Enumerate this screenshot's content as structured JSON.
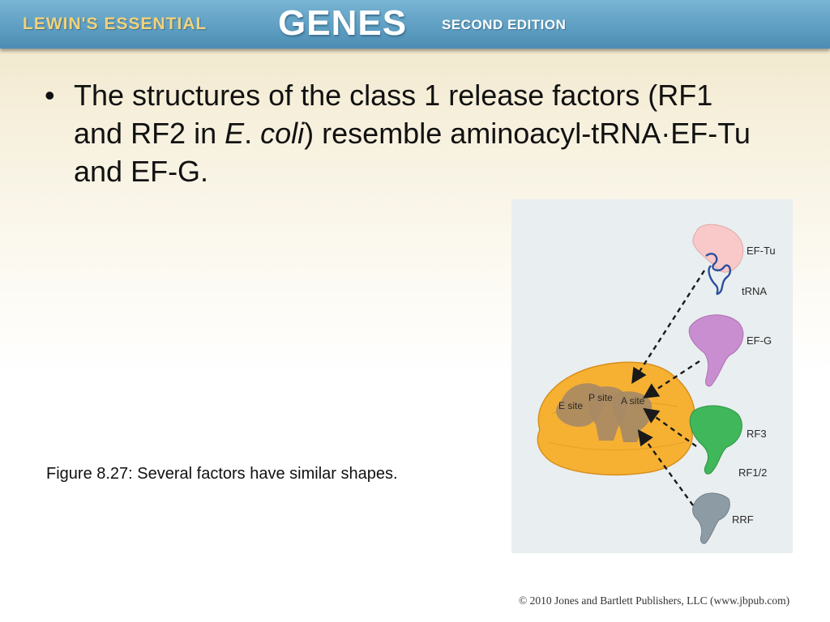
{
  "header": {
    "brand_left": "LEWIN'S ESSENTIAL",
    "brand_genes": "GENES",
    "brand_edition": "SECOND EDITION"
  },
  "bullet": {
    "marker": "•",
    "text_before": "The structures of the class 1 release factors (RF1 and RF2 in ",
    "italic_1": "E",
    "mid": ". ",
    "italic_2": "coli",
    "text_after": ") resemble aminoacyl-tRNA·EF-Tu and EF-G."
  },
  "caption": "Figure 8.27: Several factors have similar shapes.",
  "figure": {
    "labels": {
      "ef_tu": "EF-Tu",
      "trna": "tRNA",
      "ef_g": "EF-G",
      "rf3": "RF3",
      "rf12": "RF1/2",
      "rrf": "RRF",
      "e_site": "E site",
      "p_site": "P site",
      "a_site": "A site"
    },
    "colors": {
      "ribosome": "#f6b133",
      "sites": "#a88a64",
      "ef_tu": "#f9c9c9",
      "trna": "#2c4f9e",
      "ef_g": "#c98ed0",
      "rf3": "#3fb75a",
      "rrf": "#8d9ca4"
    }
  },
  "copyright": "© 2010 Jones and Bartlett Publishers, LLC (www.jbpub.com)"
}
